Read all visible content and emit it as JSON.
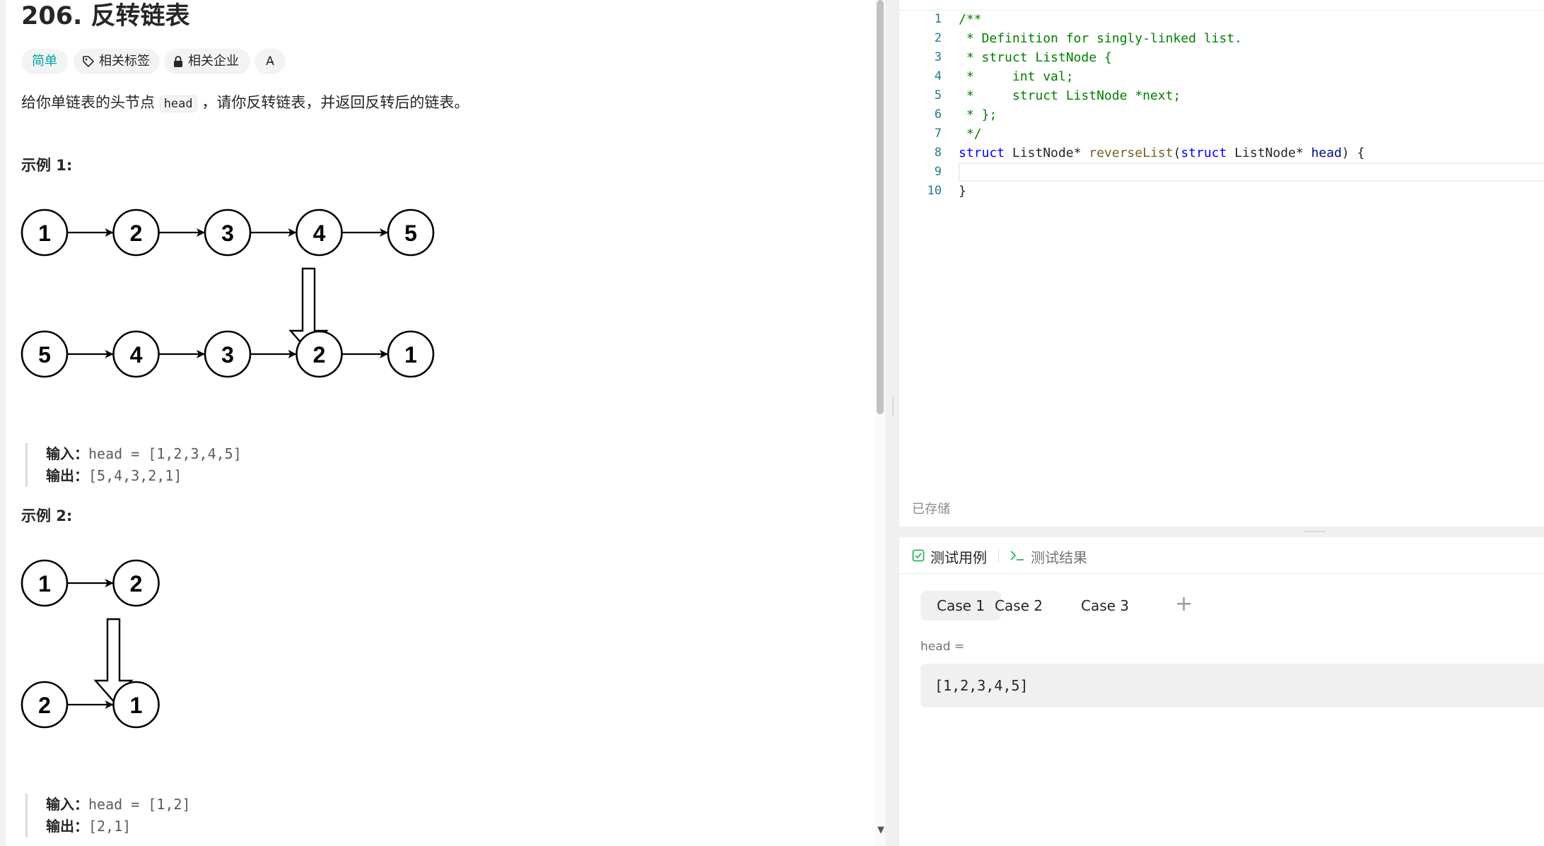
{
  "problem": {
    "title": "206. 反转链表",
    "tags": {
      "difficulty": "简单",
      "related_tags": "相关标签",
      "related_companies": "相关企业",
      "translate": "A̵"
    },
    "description_before": "给你单链表的头节点 ",
    "description_code": "head",
    "description_after": " ，请你反转链表，并返回反转后的链表。"
  },
  "examples": [
    {
      "title": "示例 1:",
      "top_nodes": [
        "1",
        "2",
        "3",
        "4",
        "5"
      ],
      "bottom_nodes": [
        "5",
        "4",
        "3",
        "2",
        "1"
      ],
      "input_label": "输入：",
      "input_value": "head = [1,2,3,4,5]",
      "output_label": "输出：",
      "output_value": "[5,4,3,2,1]"
    },
    {
      "title": "示例 2:",
      "top_nodes": [
        "1",
        "2"
      ],
      "bottom_nodes": [
        "2",
        "1"
      ],
      "input_label": "输入：",
      "input_value": "head = [1,2]",
      "output_label": "输出：",
      "output_value": "[2,1]"
    }
  ],
  "editor": {
    "lines": [
      {
        "n": "1",
        "text": "/**"
      },
      {
        "n": "2",
        "text": " * Definition for singly-linked list."
      },
      {
        "n": "3",
        "text": " * struct ListNode {"
      },
      {
        "n": "4",
        "text": " *     int val;"
      },
      {
        "n": "5",
        "text": " *     struct ListNode *next;"
      },
      {
        "n": "6",
        "text": " * };"
      },
      {
        "n": "7",
        "text": " */"
      },
      {
        "n": "8",
        "text": "struct ListNode* reverseList(struct ListNode* head) {"
      },
      {
        "n": "9",
        "text": ""
      },
      {
        "n": "10",
        "text": "}"
      }
    ],
    "status": "已存储"
  },
  "test_panel": {
    "tab_cases": "测试用例",
    "tab_results": "测试结果",
    "cases": [
      "Case 1",
      "Case 2",
      "Case 3"
    ],
    "add": "+",
    "param_label": "head =",
    "param_value": "[1,2,3,4,5]"
  },
  "colors": {
    "accent_easy": "#00a2a2",
    "comment": "#008000",
    "keyword": "#0000ff",
    "function": "#795e26",
    "param": "#001080",
    "line_number": "#237893"
  }
}
